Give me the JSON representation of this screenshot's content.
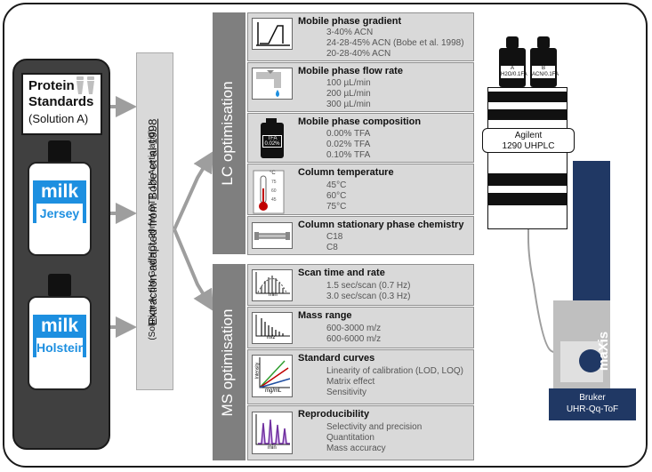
{
  "samples": {
    "protein_standards": {
      "title_line1": "Protein",
      "title_line2": "Standards",
      "subtitle": "(Solution A)"
    },
    "bottles": [
      {
        "milk": "milk",
        "breed": "Jersey"
      },
      {
        "milk": "milk",
        "breed": "Holstein"
      }
    ]
  },
  "extraction": {
    "title_prefix": "Extraction adapted from ",
    "title_ref": "Bobe et al 1998",
    "subtitle": "(Solution A: 6M Gnd/HCl, 20mM DTT, 1% Acetic acid)"
  },
  "lc": {
    "tab_label": "LC optimisation",
    "rows": [
      {
        "title": "Mobile phase gradient",
        "items": [
          "3-40% ACN",
          "24-28-45% ACN (Bobe et al. 1998)",
          "20-28-40% ACN"
        ]
      },
      {
        "title": "Mobile phase flow rate",
        "items": [
          "100 µL/min",
          "200 µL/min",
          "300 µL/min"
        ]
      },
      {
        "title": "Mobile phase composition",
        "items": [
          "0.00% TFA",
          "0.02% TFA",
          "0.10% TFA"
        ],
        "icon_text1": "TFA",
        "icon_text2": "0.02%"
      },
      {
        "title": "Column temperature",
        "items": [
          "45°C",
          "60°C",
          "75°C"
        ],
        "icon_unit": "°C",
        "icon_ticks": [
          "75",
          "60",
          "45"
        ]
      },
      {
        "title": "Column stationary phase chemistry",
        "items": [
          "C18",
          "C8"
        ]
      }
    ]
  },
  "ms": {
    "tab_label": "MS optimisation",
    "rows": [
      {
        "title": "Scan time and rate",
        "items": [
          "1.5 sec/scan (0.7 Hz)",
          "3.0 sec/scan (0.3 Hz)"
        ],
        "icon_axis": "min"
      },
      {
        "title": "Mass range",
        "items": [
          "600-3000 m/z",
          "600-6000 m/z"
        ],
        "icon_axis": "m/z"
      },
      {
        "title": "Standard curves",
        "items": [
          "Linearity of calibration (LOD, LOQ)",
          "Matrix effect",
          "Sensitivity"
        ],
        "icon_axis": "mg/mL",
        "icon_yaxis": "Intensity"
      },
      {
        "title": "Reproducibility",
        "items": [
          "Selectivity and precision",
          "Quantitation",
          "Mass accuracy"
        ],
        "icon_axis": "min"
      }
    ]
  },
  "instrument": {
    "bottle_a_letter": "A",
    "bottle_a_text": "H2O/0.1FA",
    "bottle_b_letter": "B",
    "bottle_b_text": "ACN/0.1FA",
    "lc_label_line1": "Agilent",
    "lc_label_line2": "1290 UHPLC",
    "ms_name": "maXis",
    "ms_label_line1": "Bruker",
    "ms_label_line2": "UHR-Qq-ToF"
  },
  "colors": {
    "panel_gray": "#d9d9d9",
    "tab_gray": "#7f7f7f",
    "milk_blue": "#1d8fe0",
    "instrument_navy": "#203864",
    "arrow_gray": "#9e9e9e"
  }
}
